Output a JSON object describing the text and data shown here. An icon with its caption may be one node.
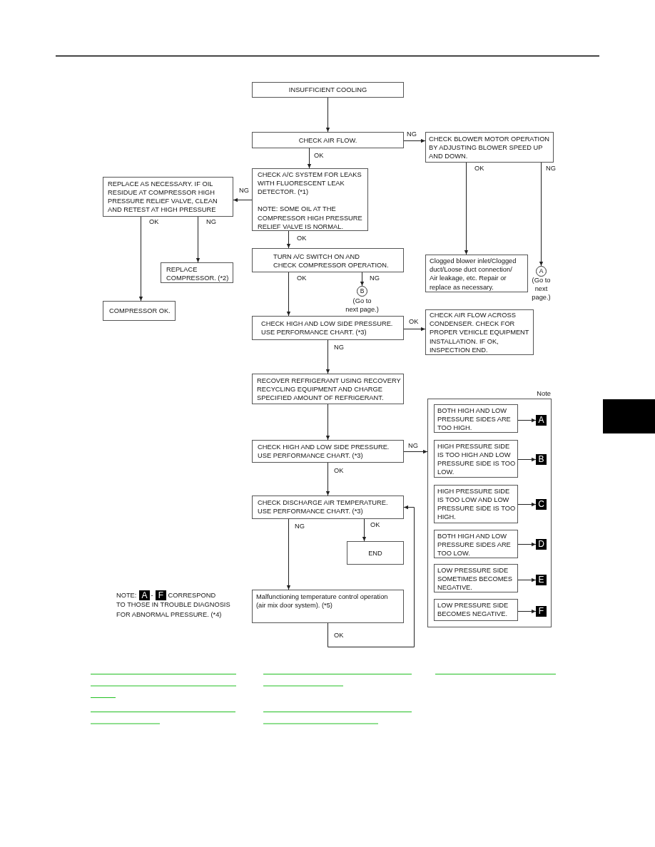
{
  "diagram": {
    "nodes": [
      {
        "text": [
          "INSUFFICIENT COOLING"
        ]
      },
      {
        "text": [
          "CHECK AIR FLOW."
        ]
      },
      {
        "text": [
          "CHECK BLOWER MOTOR OPERATION BY ADJUSTING BLOWER SPEED UP AND DOWN."
        ]
      },
      {
        "text": [
          "CHECK A/C SYSTEM FOR LEAKS WITH FLUORESCENT LEAK DETECTOR. (*1)",
          "NOTE: SOME OIL AT THE COMPRESSOR HIGH PRESSURE RELIEF VALVE IS NORMAL."
        ]
      },
      {
        "text": [
          "REPLACE AS NECESSARY. IF OIL RESIDUE AT COMPRESSOR HIGH PRESSURE RELIEF VALVE, CLEAN AND RETEST AT HIGH PRESSURE"
        ]
      },
      {
        "text": [
          "TURN A/C SWITCH ON AND CHECK COMPRESSOR OPERATION."
        ]
      },
      {
        "text": [
          "Clogged blower inlet/Clogged duct/Loose duct connection/Air leakage, etc. Repair or replace as necessary."
        ]
      },
      {
        "text": [
          "REPLACE COMPRESSOR. (*2)"
        ]
      },
      {
        "text": [
          "A"
        ],
        "beside": [
          "(Go to next page.)"
        ]
      },
      {
        "text": [
          "B"
        ],
        "beside": [
          "(Go to next page.)"
        ]
      },
      {
        "text": [
          "COMPRESSOR OK."
        ]
      },
      {
        "text": [
          "CHECK HIGH AND LOW SIDE PRESSURE. USE PERFORMANCE CHART. (*3)"
        ]
      },
      {
        "text": [
          "CHECK AIR FLOW ACROSS CONDENSER. CHECK FOR PROPER VEHICLE EQUIPMENT INSTALLATION. IF OK, INSPECTION END."
        ]
      },
      {
        "text": [
          "RECOVER REFRIGERANT USING RECOVERY RECYCLING EQUIPMENT AND CHARGE SPECIFIED AMOUNT OF REFRIGERANT."
        ]
      },
      {
        "text": [
          "Note"
        ]
      },
      {
        "text": [
          "BOTH HIGH AND LOW PRESSURE SIDES ARE TOO HIGH."
        ],
        "in": 14
      },
      {
        "text": [
          "A"
        ],
        "in": 14
      },
      {
        "text": [
          "HIGH PRESSURE SIDE IS TOO HIGH AND LOW PRESSURE SIDE IS TOO LOW."
        ],
        "in": 14
      },
      {
        "text": [
          "B"
        ],
        "in": 14
      },
      {
        "text": [
          "HIGH PRESSURE SIDE IS TOO LOW AND LOW PRESSURE SIDE IS TOO HIGH."
        ],
        "in": 14
      },
      {
        "text": [
          "C"
        ],
        "in": 14
      },
      {
        "text": [
          "BOTH HIGH AND LOW PRESSURE SIDES ARE TOO LOW."
        ],
        "in": 14
      },
      {
        "text": [
          "D"
        ],
        "in": 14
      },
      {
        "text": [
          "LOW PRESSURE SIDE SOMETIMES BECOMES NEGATIVE."
        ],
        "in": 14
      },
      {
        "text": [
          "E"
        ],
        "in": 14
      },
      {
        "text": [
          "LOW PRESSURE SIDE BECOMES NEGATIVE."
        ],
        "in": 14
      },
      {
        "text": [
          "F"
        ],
        "in": 14
      },
      {
        "text": [
          "CHECK HIGH AND LOW SIDE PRESSURE. USE PERFORMANCE CHART. (*3)"
        ]
      },
      {
        "text": [
          "CHECK DISCHARGE AIR TEMPERATURE. USE PERFORMANCE CHART. (*3)"
        ]
      },
      {
        "text": [
          "END"
        ]
      },
      {
        "text": [
          "Malfunctioning temperature control operation (air mix door system). (*5)"
        ]
      },
      {
        "text": [
          "A"
        ]
      },
      {
        "text": [
          "F"
        ]
      }
    ],
    "edges": [
      {
        "from": 0,
        "to": 1,
        "arrow": "to"
      },
      {
        "from": 1,
        "to": 2,
        "arrow": "to",
        "label": "NG"
      },
      {
        "from": 1,
        "to": 3,
        "arrow": "to",
        "label": "OK"
      },
      {
        "from": 3,
        "to": 4,
        "arrow": "to",
        "label": "NG"
      },
      {
        "from": 3,
        "to": 5,
        "arrow": "to",
        "label": "OK"
      },
      {
        "from": 4,
        "to": 10,
        "arrow": "to",
        "label": "OK"
      },
      {
        "from": 4,
        "to": 7,
        "arrow": "to",
        "label": "NG"
      },
      {
        "from": 2,
        "to": 6,
        "arrow": "to",
        "label": "OK"
      },
      {
        "from": 2,
        "to": 8,
        "arrow": "to",
        "label": "NG"
      },
      {
        "from": 5,
        "to": 9,
        "arrow": "to",
        "label": "NG"
      },
      {
        "from": 5,
        "to": 11,
        "arrow": "to",
        "label": "OK"
      },
      {
        "from": 11,
        "to": 12,
        "arrow": "to",
        "label": "OK"
      },
      {
        "from": 11,
        "to": 13,
        "arrow": "to",
        "label": "NG"
      },
      {
        "from": 13,
        "to": 27,
        "arrow": "to"
      },
      {
        "from": 27,
        "to": 14,
        "arrow": "to",
        "label": "NG"
      },
      {
        "from": 27,
        "to": 28,
        "arrow": "to",
        "label": "OK"
      },
      {
        "from": 28,
        "to": 29,
        "arrow": "to",
        "label": "OK"
      },
      {
        "from": 28,
        "to": 30,
        "arrow": "to",
        "label": "NG"
      },
      {
        "from": 30,
        "to": 28,
        "arrow": "to",
        "label": "OK"
      },
      {
        "from": 15,
        "to": 16,
        "arrow": "to"
      },
      {
        "from": 17,
        "to": 18,
        "arrow": "to"
      },
      {
        "from": 19,
        "to": 20,
        "arrow": "to"
      },
      {
        "from": 21,
        "to": 22,
        "arrow": "to"
      },
      {
        "from": 23,
        "to": 24,
        "arrow": "to"
      },
      {
        "from": 25,
        "to": 26,
        "arrow": "to"
      }
    ],
    "labels": [
      "NOTE:",
      "-",
      "CORRESPOND",
      "TO THOSE IN TROUBLE DIAGNOSIS FOR ABNORMAL PRESSURE. (*4)"
    ]
  }
}
